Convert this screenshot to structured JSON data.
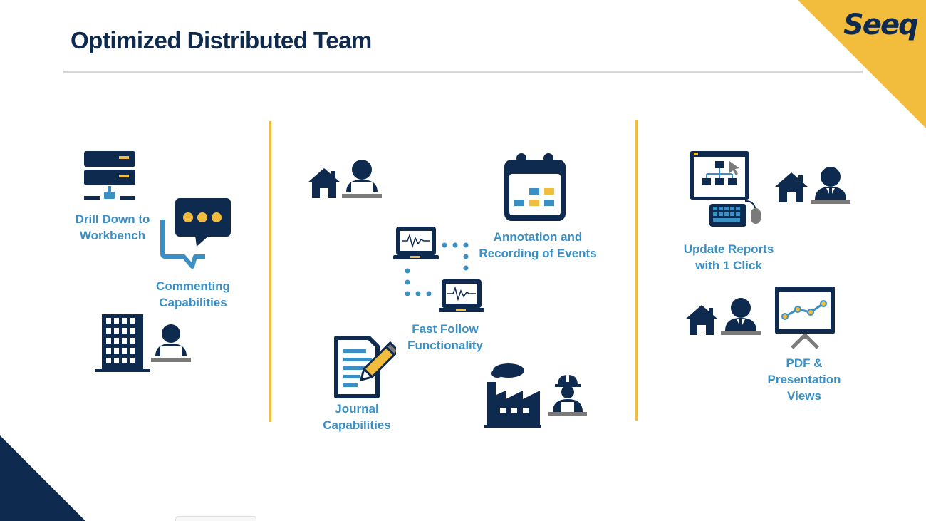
{
  "title": "Optimized Distributed Team",
  "logo": "Seeq",
  "labels": {
    "drill_down": [
      "Drill Down to",
      "Workbench"
    ],
    "commenting": [
      "Commenting",
      "Capabilities"
    ],
    "annotation": [
      "Annotation and",
      "Recording of Events"
    ],
    "fast_follow": [
      "Fast Follow",
      "Functionality"
    ],
    "journal": [
      "Journal",
      "Capabilities"
    ],
    "update_reports": [
      "Update Reports",
      "with 1 Click"
    ],
    "pdf_views": [
      "PDF &",
      "Presentation",
      "Views"
    ]
  },
  "colors": {
    "navy": "#0f2a4f",
    "blue": "#3a8fc4",
    "yellow": "#f2bd3d",
    "gray": "#7a7a7a"
  }
}
